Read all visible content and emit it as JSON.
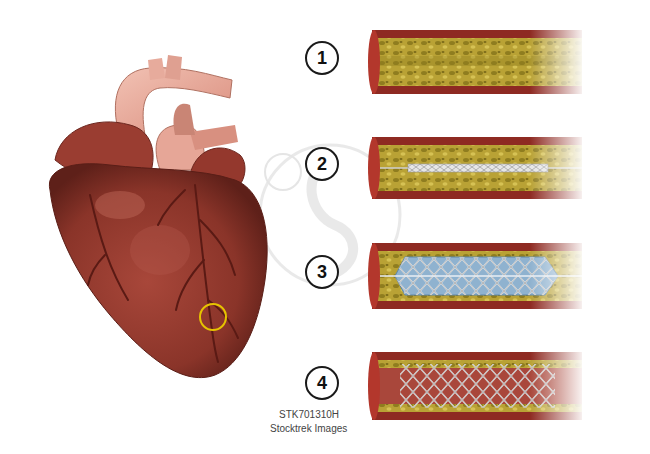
{
  "diagram": {
    "nodes": [
      {
        "text": [
          "1"
        ]
      },
      {
        "text": [
          "2"
        ]
      },
      {
        "text": [
          "3"
        ]
      },
      {
        "text": [
          "4"
        ]
      }
    ],
    "labels": [
      "STK701310H",
      "Stocktrek Images"
    ]
  }
}
